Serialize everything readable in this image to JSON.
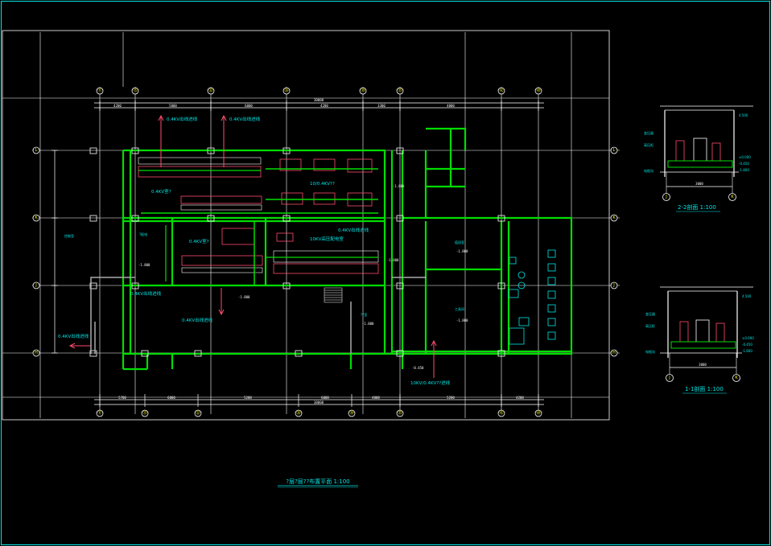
{
  "drawing": {
    "title": "?层?层??布置平面 1:100",
    "colors": {
      "background": "#000000",
      "wall": "#00dd00",
      "annotation": "#00e5e5",
      "dimension": "#ffffff",
      "feeder": "#ff4d6d",
      "axis_label": "#ffff00"
    }
  },
  "main_plan": {
    "axis_top": [
      "⑪",
      "⑮",
      "㉒",
      "㉖",
      "㉚",
      "㉟",
      "㊷",
      "㊾"
    ],
    "axis_bottom": [
      "⑪",
      "⑮",
      "㉒",
      "㉖",
      "㉚",
      "㉟",
      "㊷",
      "㊾"
    ],
    "axis_left": [
      "L",
      "K",
      "J",
      "H"
    ],
    "axis_right": [
      "L",
      "K",
      "J",
      "H"
    ],
    "top_dims": [
      "4200",
      "5000",
      "6000",
      "4200",
      "3300",
      "4000"
    ],
    "top_total": "30000",
    "bottom_dims": [
      "5700",
      "6000",
      "5200",
      "6000",
      "4000",
      "5200",
      "4200"
    ],
    "bottom_total": "38000",
    "labels": {
      "feeder_1": "0.4KV出线进线",
      "feeder_2": "0.4KV出线进线",
      "room_0_4kv_1": "0.4KV室?",
      "room_10_04": "10/0.4KV??",
      "room_0_4kv_2": "0.4KV室?",
      "room_0_4kv_3": "0.4KV出线进线",
      "room_10kv": "10KV高压配电室",
      "room_0_4kv_4": "0.4KV出线进线",
      "room_0_4kv_5": "0.4KV出线进线",
      "room_0_4kv_6": "0.4KV出线进线",
      "room_10kv_feed": "10KV/0.4KV??进线",
      "room_office": "??室",
      "room_duty": "值班室",
      "room_tools": "工具间",
      "room_control": "控制室",
      "room_aux": "?配电"
    },
    "elevations": [
      "-1.800",
      "-1.800",
      "-1.800",
      "-1.800",
      "-1.800",
      "-1.800",
      "-1.800",
      "-0.450"
    ]
  },
  "section_2_2": {
    "title": "2-2剖面 1:100",
    "axis": [
      "J",
      "K"
    ],
    "dim": "3000",
    "labels": [
      "变压器",
      "高压柜",
      "电缆沟"
    ],
    "elevations": [
      "4.500",
      "±0.000",
      "-0.450",
      "-1.800"
    ]
  },
  "section_1_1": {
    "title": "1-1剖面 1:100",
    "axis": [
      "J",
      "K"
    ],
    "dim": "3000",
    "labels": [
      "变压器",
      "高压柜",
      "电缆沟"
    ],
    "elevations": [
      "4.500",
      "±0.000",
      "-0.450",
      "-1.800"
    ]
  }
}
